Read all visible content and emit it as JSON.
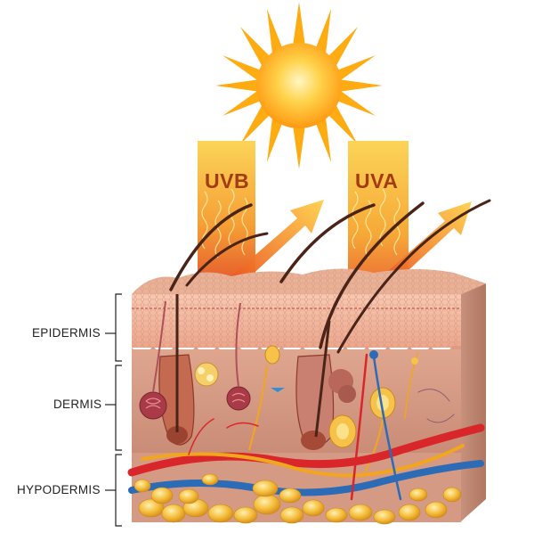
{
  "radiation": {
    "uvb_label": "UVB",
    "uva_label": "UVA"
  },
  "layers": {
    "epidermis": "EPIDERMIS",
    "dermis": "DERMIS",
    "hypodermis": "HYPODERMIS"
  },
  "colors": {
    "sun_core": "#ffb51f",
    "sun_rays": "#ffa800",
    "beam": "#f6a623",
    "beam_deep": "#e2451f",
    "skin_surface": "#e9b79c",
    "epidermis": "#f0b49a",
    "dermis": "#d59b87",
    "hypodermis": "#c98b75",
    "fat_cells": "#f2b93a",
    "artery": "#d9262a",
    "vein": "#2c6bb5",
    "nerve": "#f2a61c",
    "hair": "#4a2418"
  },
  "icons": [
    "sun-icon",
    "hair-follicle",
    "sweat-gland",
    "sebaceous-gland",
    "blood-vessel",
    "nerve-ending",
    "fat-cell"
  ]
}
